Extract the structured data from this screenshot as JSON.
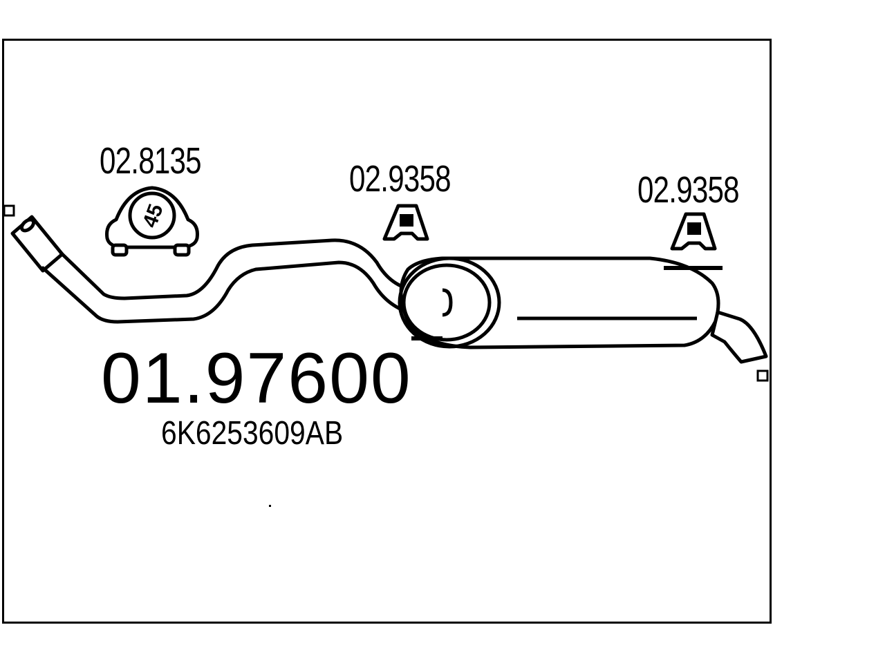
{
  "diagram": {
    "part_number": "01.97600",
    "oem_number": "6K6253609AB",
    "components": [
      {
        "label": "02.8135",
        "type": "clamp",
        "size": "45"
      },
      {
        "label": "02.9358",
        "type": "rubber-mount"
      },
      {
        "label": "02.9358",
        "type": "rubber-mount"
      }
    ]
  }
}
